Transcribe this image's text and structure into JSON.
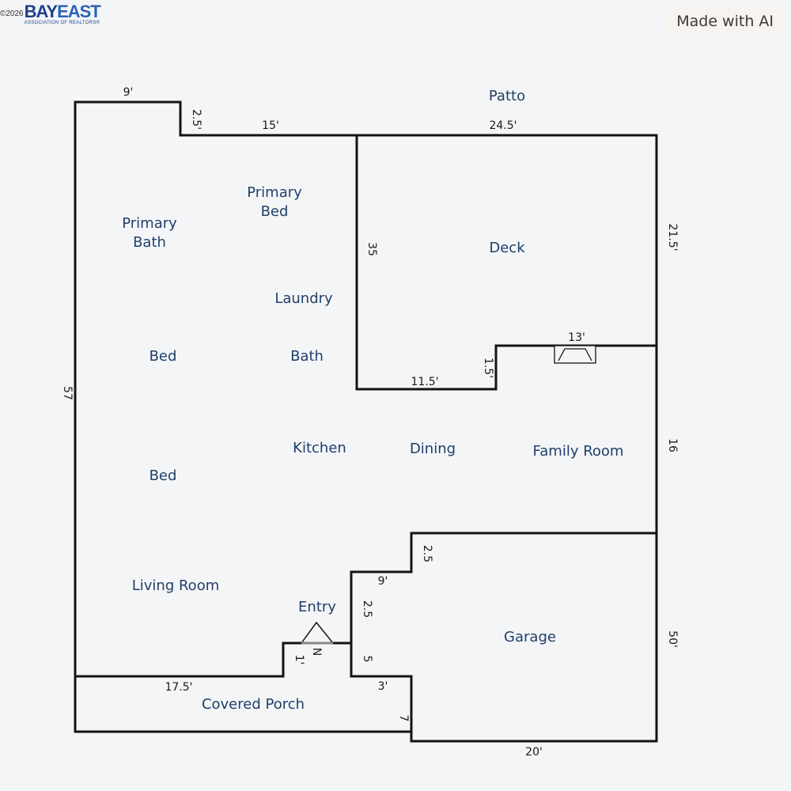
{
  "logo": {
    "copyright": "©2026",
    "brand_part1": "BAY",
    "brand_part2": "EAST",
    "subtitle": "ASSOCIATION OF REALTORS®"
  },
  "badge": "Made with AI",
  "rooms": {
    "patio": "Patto",
    "primary_bed": [
      "Primary",
      "Bed"
    ],
    "primary_bath": [
      "Primary",
      "Bath"
    ],
    "deck": "Deck",
    "laundry": "Laundry",
    "bed_1": "Bed",
    "bath": "Bath",
    "kitchen": "Kitchen",
    "dining": "Dining",
    "family_room": "Family Room",
    "bed_2": "Bed",
    "living_room": "Living Room",
    "entry": "Entry",
    "garage": "Garage",
    "covered_porch": "Covered Porch"
  },
  "dimensions": {
    "top_left_width": "9'",
    "top_left_step": "2.5'",
    "top_mid_width": "15'",
    "top_right_width": "24.5'",
    "deck_left": "35",
    "right_upper": "21.5'",
    "deck_bottom": "11.5'",
    "deck_step": "1.5'",
    "fireplace_width": "13'",
    "left_height": "57",
    "right_middle": "16",
    "garage_step_vertical": "2.5",
    "garage_step_width": "9'",
    "entry_step_vertical": "2.5",
    "garage_right": "50'",
    "entry_small_1": "1'",
    "entry_small_2": "N",
    "entry_small_3": "5",
    "porch_width": "17.5'",
    "porch_step_width": "3'",
    "porch_step_vertical": "7",
    "garage_bottom": "20'"
  }
}
